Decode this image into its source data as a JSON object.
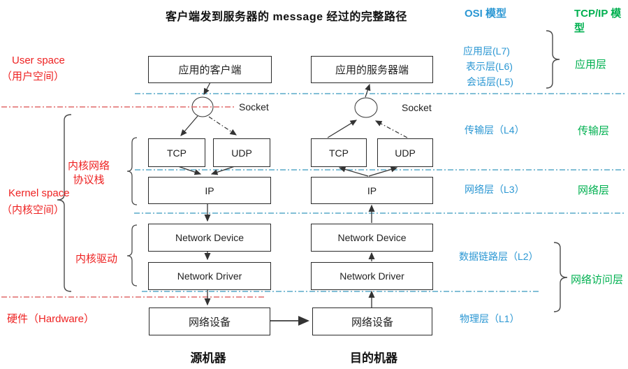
{
  "title": "客户端发到服务器的 message 经过的完整路径",
  "left_annotations": {
    "user_space": {
      "en": "User space",
      "zh": "（用户空间）"
    },
    "kernel_space": {
      "en": "Kernel space",
      "zh": "（内核空间）"
    },
    "kernel_stack": {
      "line1": "内核网络",
      "line2": "协议栈"
    },
    "kernel_driver": "内核驱动",
    "hardware": "硬件（Hardware）"
  },
  "source_machine": {
    "app": "应用的客户端",
    "socket_label": "Socket",
    "tcp": "TCP",
    "udp": "UDP",
    "ip": "IP",
    "network_device": "Network Device",
    "network_driver": "Network Driver",
    "hardware_device": "网络设备",
    "caption": "源机器"
  },
  "dest_machine": {
    "app": "应用的服务器端",
    "socket_label": "Socket",
    "tcp": "TCP",
    "udp": "UDP",
    "ip": "IP",
    "network_device": "Network Device",
    "network_driver": "Network Driver",
    "hardware_device": "网络设备",
    "caption": "目的机器"
  },
  "osi_model": {
    "title": "OSI 模型",
    "layers": {
      "l7": "应用层(L7)",
      "l6": "表示层(L6)",
      "l5": "会话层(L5)",
      "l4": "传输层（L4）",
      "l3": "网络层（L3）",
      "l2": "数据链路层（L2）",
      "l1": "物理层（L1）"
    }
  },
  "tcpip_model": {
    "title": "TCP/IP 模型",
    "layers": {
      "application": "应用层",
      "transport": "传输层",
      "network": "网络层",
      "network_access": "网络访问层"
    }
  },
  "colors": {
    "red_label": "#ee2222",
    "blue_label": "#2b97d3",
    "green_label": "#00b050",
    "divider_blue": "#58aac8",
    "divider_red": "#e06a6a"
  }
}
